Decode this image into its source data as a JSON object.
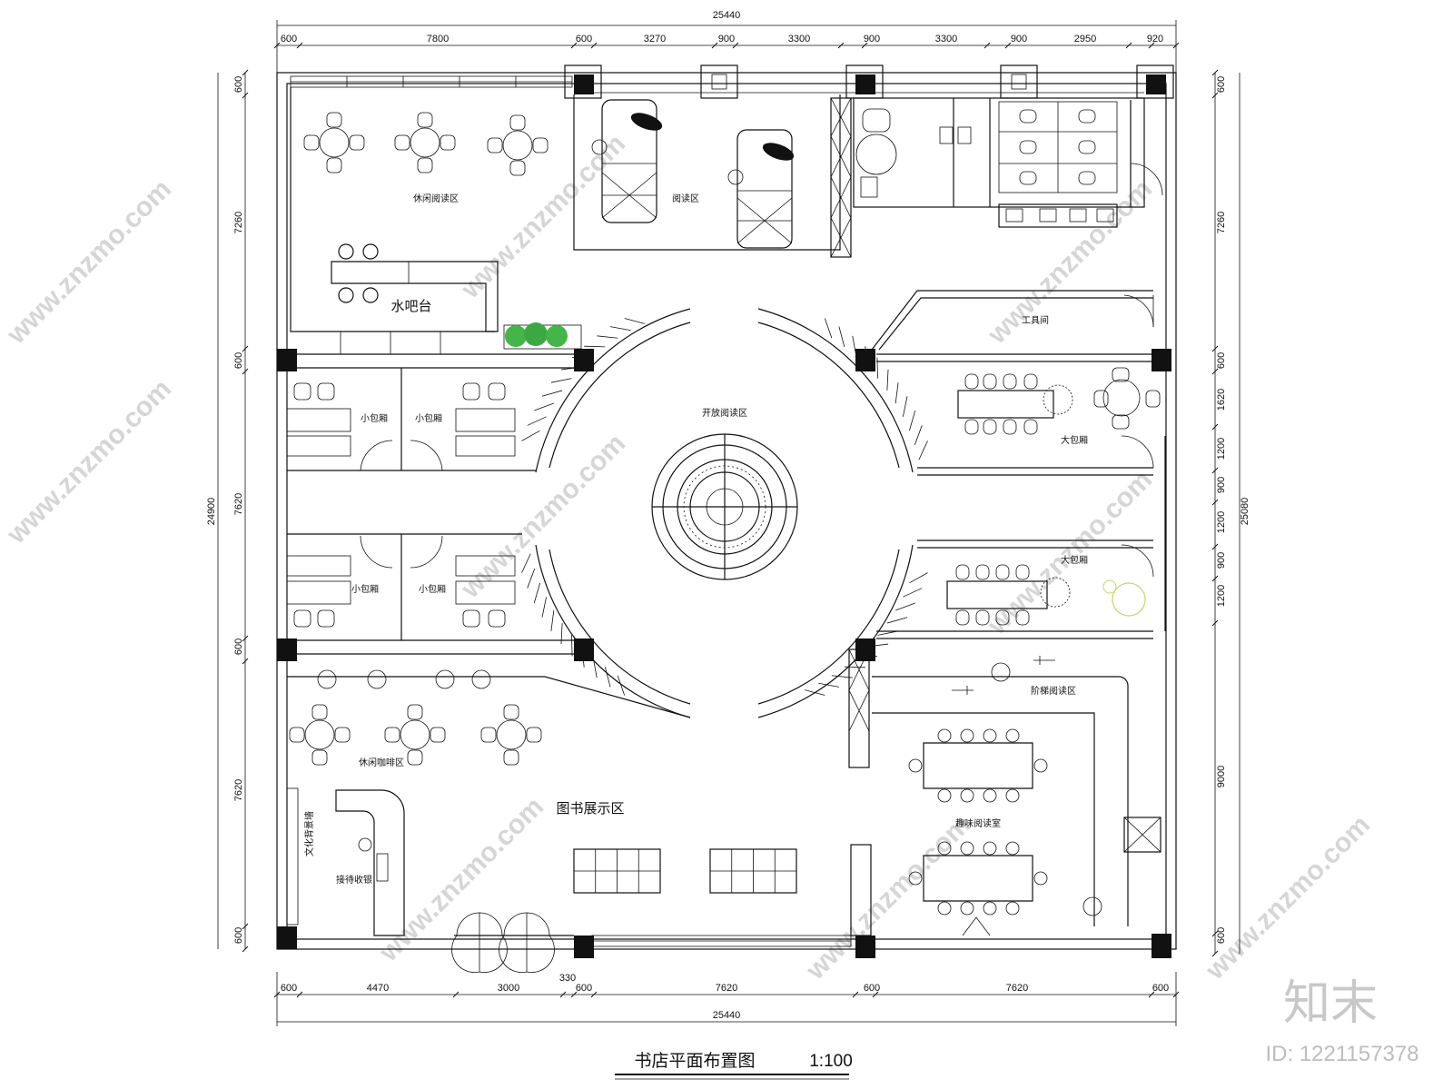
{
  "drawing": {
    "title": "书店平面布置图",
    "scale": "1:100"
  },
  "dimensions": {
    "top_total": "25440",
    "top_segments": [
      "600",
      "7800",
      "600",
      "3270",
      "900",
      "3300",
      "900",
      "3300",
      "900",
      "2950",
      "920"
    ],
    "bottom_total": "25440",
    "bottom_segments": [
      "600",
      "4470",
      "3000",
      "330",
      "600",
      "7620",
      "600",
      "7620",
      "600"
    ],
    "left_total": "24900",
    "left_segments": [
      "600",
      "7260",
      "600",
      "7620",
      "600",
      "7620",
      "600"
    ],
    "right_total": "25080",
    "right_segments": [
      "600",
      "7260",
      "600",
      "1620",
      "1200",
      "900",
      "1200",
      "900",
      "1200",
      "9000",
      "600"
    ]
  },
  "rooms": {
    "leisure_reading": "休闲阅读区",
    "reading": "阅读区",
    "water_bar": "水吧台",
    "tool_room": "工具间",
    "open_reading": "开放阅读区",
    "small_room": "小包厢",
    "large_room": "大包厢",
    "step_reading": "阶梯阅读区",
    "leisure_cafe": "休闲咖啡区",
    "book_display": "图书展示区",
    "fun_reading": "趣味阅读室",
    "reception": "接待收银",
    "culture_wall": "文化背景墙"
  },
  "watermark": {
    "text": "www.znzmo.com",
    "logo": "知末",
    "id": "ID: 1221157378"
  }
}
